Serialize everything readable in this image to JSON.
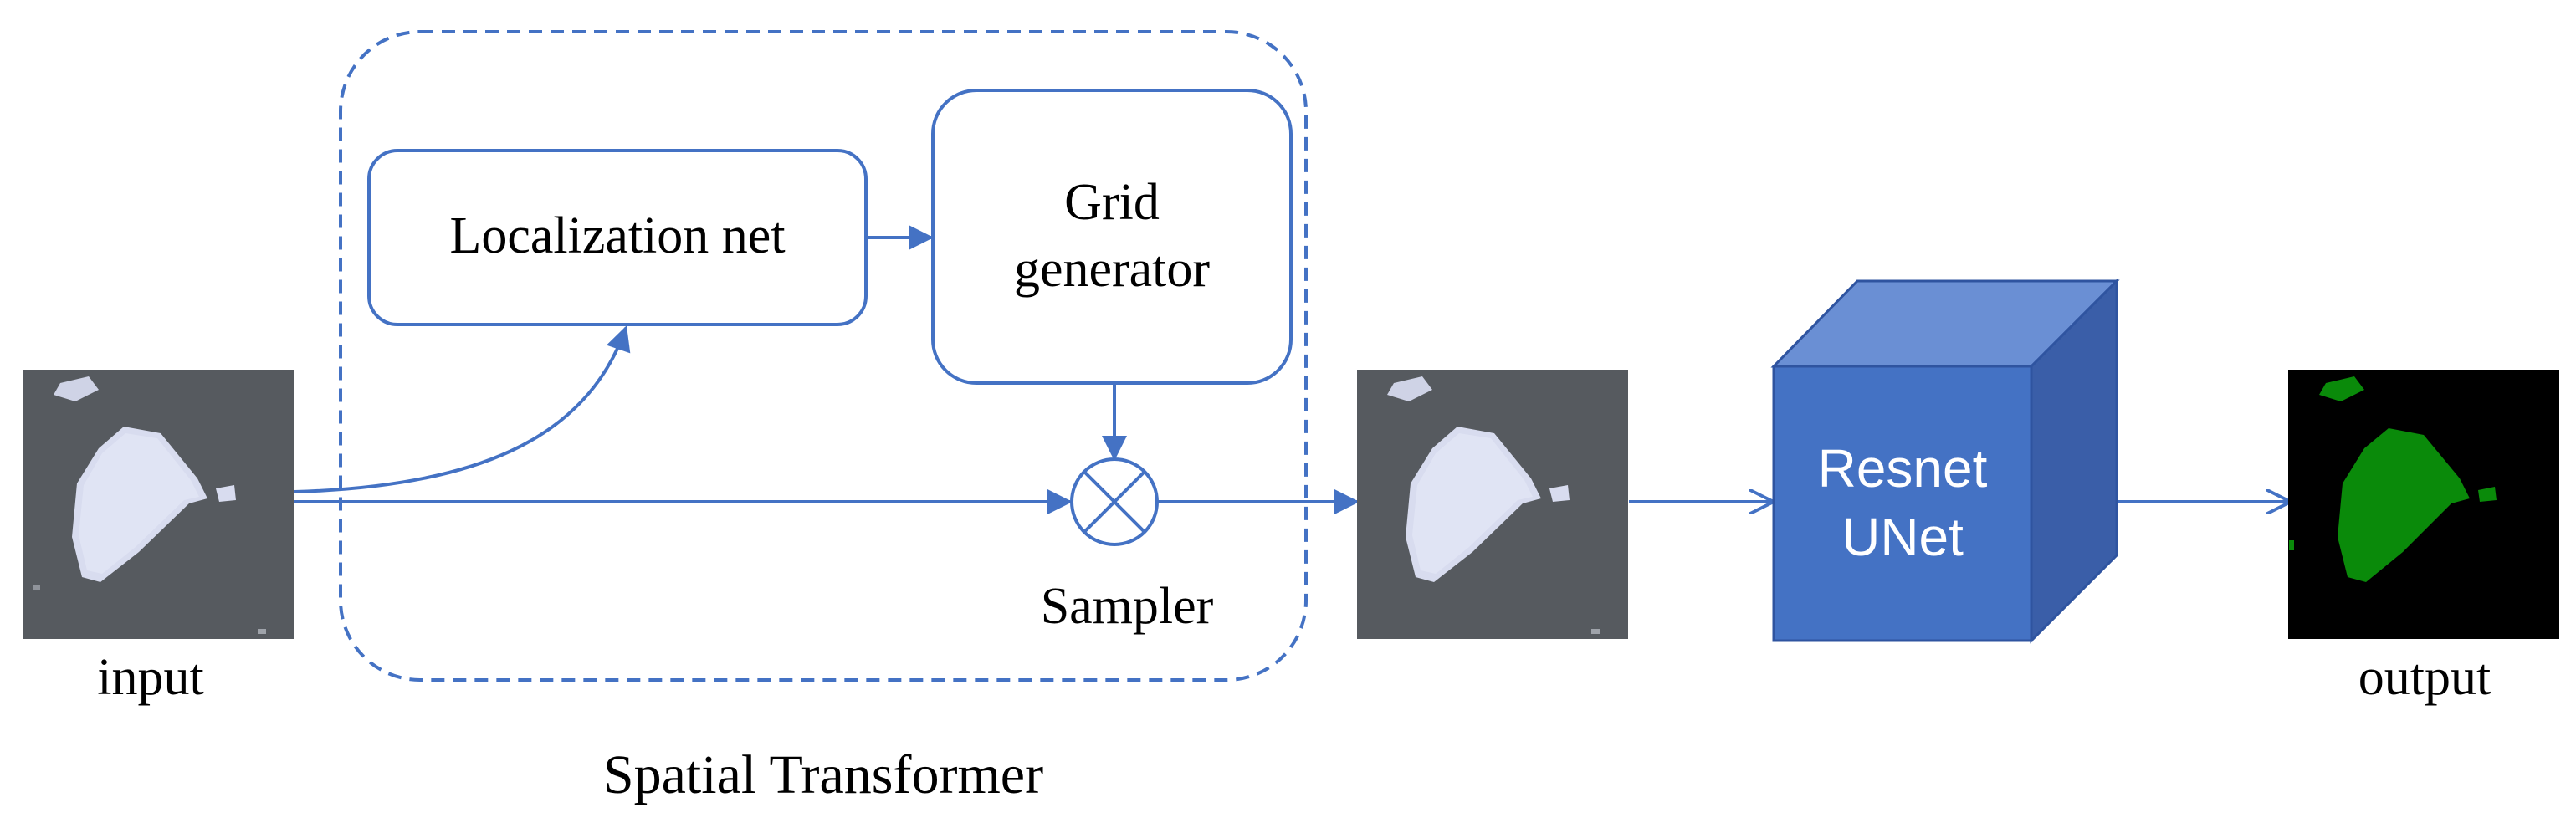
{
  "labels": {
    "input": "input",
    "output": "output",
    "spatial_transformer": "Spatial Transformer",
    "localization_net": "Localization net",
    "grid_line1": "Grid",
    "grid_line2": "generator",
    "sampler": "Sampler",
    "resnet_line1": "Resnet",
    "resnet_line2": "UNet"
  },
  "colors": {
    "stroke": "#4472c4",
    "cube_front": "#4472c4",
    "cube_top": "#6a8fd4",
    "cube_side": "#3a5ea8",
    "image_background": "#5b5e63",
    "flake": "#d8dcef",
    "mask_background": "#000000",
    "mask_flake": "#0a8a0a"
  },
  "icons": {
    "sampler": "circle-cross-icon"
  }
}
